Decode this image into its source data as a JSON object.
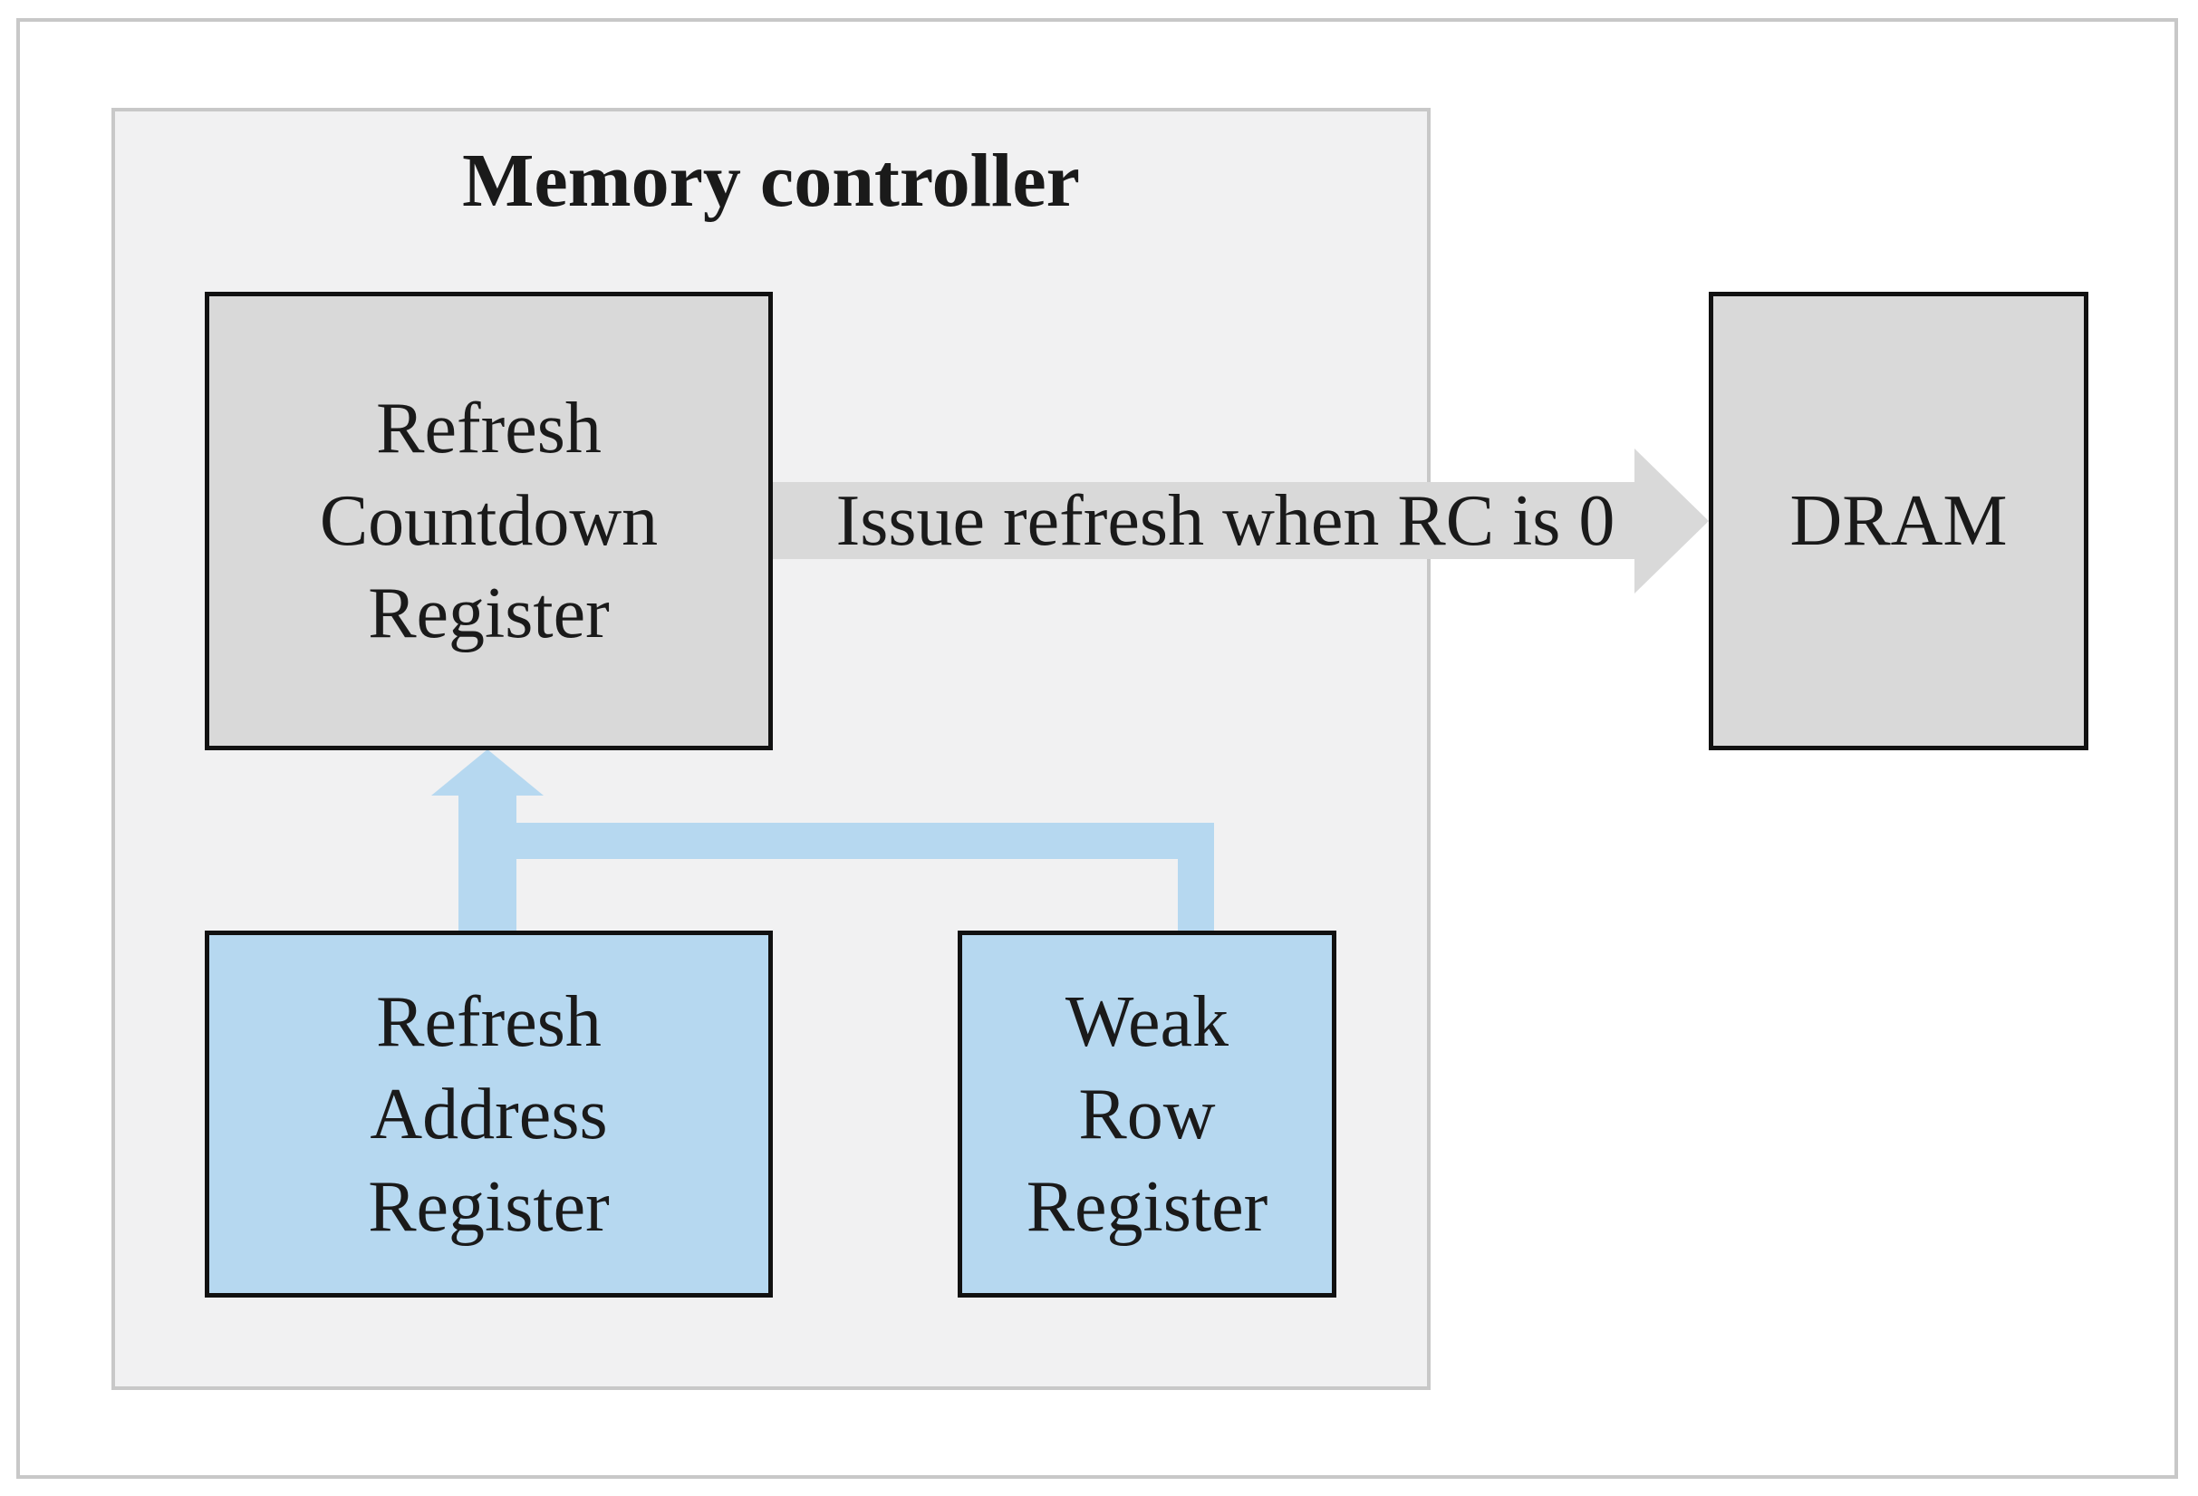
{
  "controller": {
    "title": "Memory controller"
  },
  "boxes": {
    "refresh_countdown": {
      "lines": [
        "Refresh",
        "Countdown",
        "Register"
      ]
    },
    "dram": {
      "label": "DRAM"
    },
    "refresh_address": {
      "lines": [
        "Refresh",
        "Address",
        "Register"
      ]
    },
    "weak_row": {
      "lines": [
        "Weak",
        "Row",
        "Register"
      ]
    }
  },
  "arrows": {
    "issue_refresh_label": "Issue refresh when RC is 0"
  },
  "colors": {
    "controller_bg": "#f1f1f2",
    "grey_box": "#d9d9d9",
    "blue_box": "#b6d8f0",
    "gray_arrow": "#d9d9d9",
    "blue_arrow": "#b6d8f0",
    "border": "#111111"
  }
}
